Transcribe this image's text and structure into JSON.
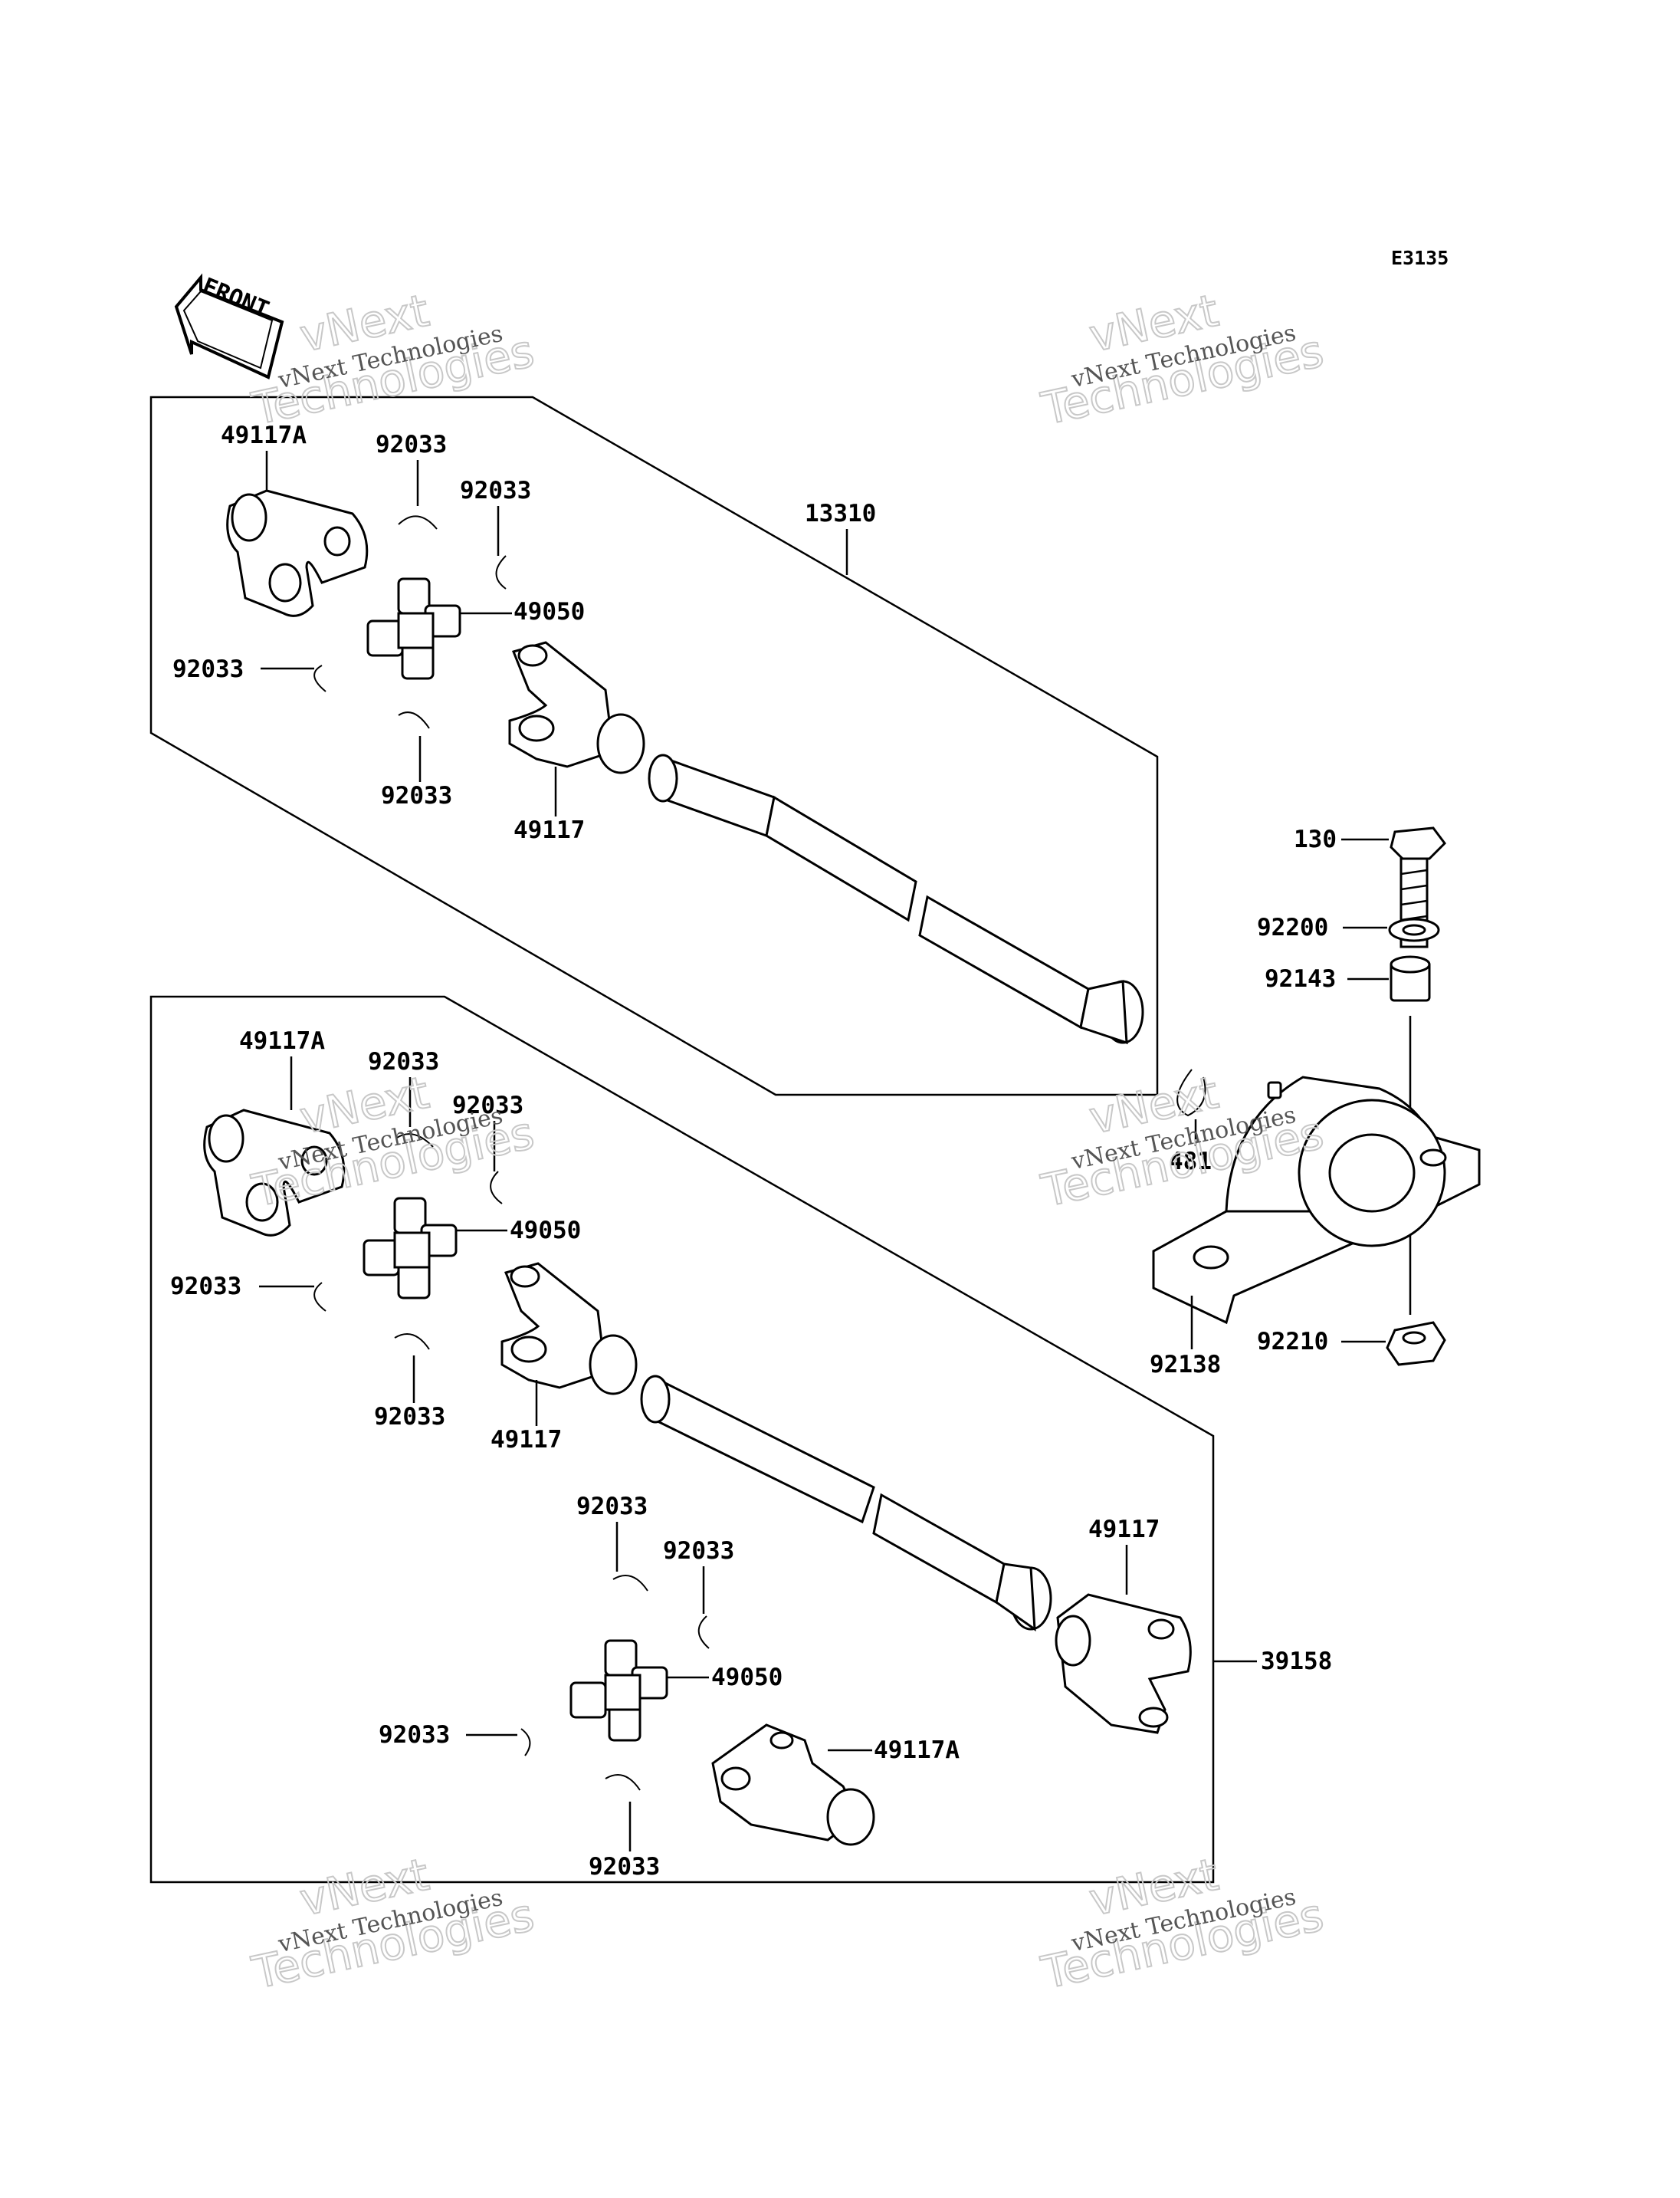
{
  "diagram_code": "E3135",
  "front_label": "FRONT",
  "watermark": {
    "line1": "vNext Technologies",
    "line2a": "vNext",
    "line2b": "Technologies"
  },
  "callouts": {
    "c13310": "13310",
    "c39158": "39158",
    "c49117A_1": "49117A",
    "c49117A_2": "49117A",
    "c49117A_3": "49117A",
    "c49117_1": "49117",
    "c49117_2": "49117",
    "c49117_3": "49117",
    "c49050_1": "49050",
    "c49050_2": "49050",
    "c49050_3": "49050",
    "c92033_1": "92033",
    "c92033_2": "92033",
    "c92033_3": "92033",
    "c92033_4": "92033",
    "c92033_5": "92033",
    "c92033_6": "92033",
    "c92033_7": "92033",
    "c92033_8": "92033",
    "c92033_9": "92033",
    "c92033_10": "92033",
    "c92033_11": "92033",
    "c92033_12": "92033",
    "c130": "130",
    "c92200": "92200",
    "c92143": "92143",
    "c481": "481",
    "c92138": "92138",
    "c92210": "92210"
  }
}
